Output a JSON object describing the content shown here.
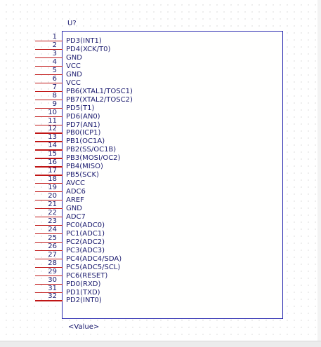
{
  "component": {
    "ref": "U?",
    "value": "<Value>",
    "pins": [
      {
        "num": "1",
        "name": "PD3(INT1)"
      },
      {
        "num": "2",
        "name": "PD4(XCK/T0)"
      },
      {
        "num": "3",
        "name": "GND"
      },
      {
        "num": "4",
        "name": "VCC"
      },
      {
        "num": "5",
        "name": "GND"
      },
      {
        "num": "6",
        "name": "VCC"
      },
      {
        "num": "7",
        "name": "PB6(XTAL1/TOSC1)"
      },
      {
        "num": "8",
        "name": "PB7(XTAL2/TOSC2)"
      },
      {
        "num": "9",
        "name": "PD5(T1)"
      },
      {
        "num": "10",
        "name": "PD6(AN0)"
      },
      {
        "num": "11",
        "name": "PD7(AN1)"
      },
      {
        "num": "12",
        "name": "PB0(ICP1)"
      },
      {
        "num": "13",
        "name": "PB1(OC1A)"
      },
      {
        "num": "14",
        "name": "PB2(SS/OC1B)"
      },
      {
        "num": "15",
        "name": "PB3(MOSI/OC2)"
      },
      {
        "num": "16",
        "name": "PB4(MISO)"
      },
      {
        "num": "17",
        "name": "PB5(SCK)"
      },
      {
        "num": "18",
        "name": "AVCC"
      },
      {
        "num": "19",
        "name": "ADC6"
      },
      {
        "num": "20",
        "name": "AREF"
      },
      {
        "num": "21",
        "name": "GND"
      },
      {
        "num": "22",
        "name": "ADC7"
      },
      {
        "num": "23",
        "name": "PC0(ADC0)"
      },
      {
        "num": "24",
        "name": "PC1(ADC1)"
      },
      {
        "num": "25",
        "name": "PC2(ADC2)"
      },
      {
        "num": "26",
        "name": "PC3(ADC3)"
      },
      {
        "num": "27",
        "name": "PC4(ADC4/SDA)"
      },
      {
        "num": "28",
        "name": "PC5(ADC5/SCL)"
      },
      {
        "num": "29",
        "name": "PC6(RESET)"
      },
      {
        "num": "30",
        "name": "PD0(RXD)"
      },
      {
        "num": "31",
        "name": "PD1(TXD)"
      },
      {
        "num": "32",
        "name": "PD2(INT0)"
      }
    ]
  },
  "colors": {
    "pin_line": "#c01515",
    "text": "#1a1a6e",
    "body_border": "#2b2bb0"
  }
}
